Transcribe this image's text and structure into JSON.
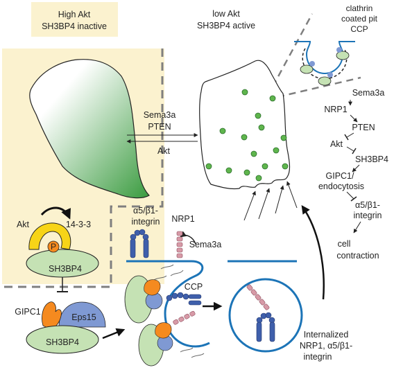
{
  "labels": {
    "high_akt_line1": "High Akt",
    "high_akt_line2": "SH3BP4 inactive",
    "low_akt_line1": "low Akt",
    "low_akt_line2": "SH3BP4 active",
    "clathrin_line1": "clathrin",
    "clathrin_line2": "coated pit",
    "clathrin_line3": "CCP",
    "sema3a_pten_line1": "Sema3a",
    "sema3a_pten_line2": "PTEN",
    "akt_arrow": "Akt",
    "pathway": [
      "Sema3a",
      "NRP1",
      "PTEN",
      "Akt",
      "SH3BP4",
      "GIPC1/",
      "endocytosis",
      "α5/β1-",
      "integrin",
      "cell",
      "contraction"
    ],
    "akt_left": "Akt",
    "protein_1433": "14-3-3",
    "phospho": "P",
    "sh3bp4_top": "SH3BP4",
    "gipc1": "GIPC1",
    "eps15": "Eps15",
    "sh3bp4_bottom": "SH3BP4",
    "integrin_line1": "α5/β1-",
    "integrin_line2": "integrin",
    "nrp1": "NRP1",
    "sema3a_membrane": "Sema3a",
    "ccp": "CCP",
    "internalized_line1": "Internalized",
    "internalized_line2": "NRP1, α5/β1-",
    "internalized_line3": "integrin"
  },
  "colors": {
    "panel_bg": "#fbf2cf",
    "green_fill": "#49a84a",
    "vesicle_dot": "#5fb54d",
    "sh3bp4_fill": "#c5e2b4",
    "orange": "#f58a1f",
    "yellow": "#f7d417",
    "blue_protein": "#7f99d3",
    "integrin_blue": "#3f5fab",
    "nrp1_pink": "#d79aa7",
    "membrane_blue": "#1c74b7",
    "dash_gray": "#7f7f7f"
  }
}
